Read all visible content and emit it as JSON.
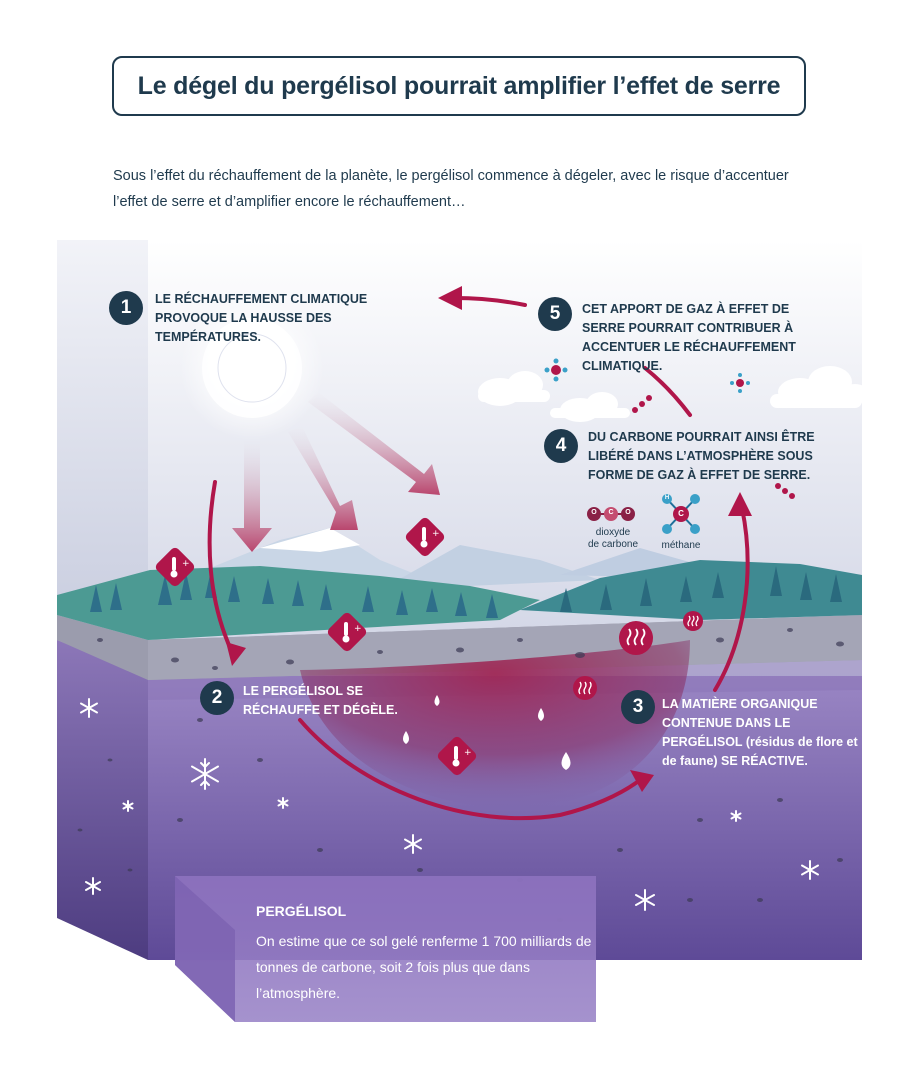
{
  "title": "Le dégel du pergélisol pourrait amplifier l’effet de serre",
  "intro": "Sous l’effet du réchauffement de la planète, le pergélisol commence à dégeler, avec le risque d’accentuer l’effet de serre et d’amplifier encore le réchauffement…",
  "steps": [
    {
      "number": "1",
      "text": "Le réchauffement climatique provoque la hausse des températures."
    },
    {
      "number": "2",
      "text": "Le pergélisol se réchauffe et dégèle."
    },
    {
      "number": "3",
      "text": "La matière organique contenue dans le pergélisol",
      "subtext": "(résidus de flore et de faune)",
      "text_end": "se réactive."
    },
    {
      "number": "4",
      "text": "Du carbone pourrait ainsi être libéré dans l’atmosphère sous forme de gaz à effet de serre."
    },
    {
      "number": "5",
      "text": "Cet apport de gaz à effet de serre pourrait contribuer à accentuer le réchauffement climatique."
    }
  ],
  "molecules": {
    "co2": {
      "atoms": [
        "O",
        "C",
        "O"
      ],
      "label_line1": "dioxyde",
      "label_line2": "de carbone"
    },
    "ch4": {
      "center": "C",
      "h": "H",
      "label": "méthane"
    }
  },
  "info": {
    "title": "PERGÉLISOL",
    "body": "On estime que ce sol gelé renferme 1 700 milliards de tonnes de carbone, soit 2 fois plus que dans l’atmosphère."
  },
  "colors": {
    "navy": "#1f3a4d",
    "crimson": "#b0164a",
    "purple": "#6f56a3",
    "teal": "#3f9595"
  },
  "icons": [
    "sun-icon",
    "thermometer-plus-icon",
    "heat-waves-icon",
    "water-drop-icon",
    "snowflake-icon",
    "cloud-icon",
    "molecule-icon"
  ]
}
